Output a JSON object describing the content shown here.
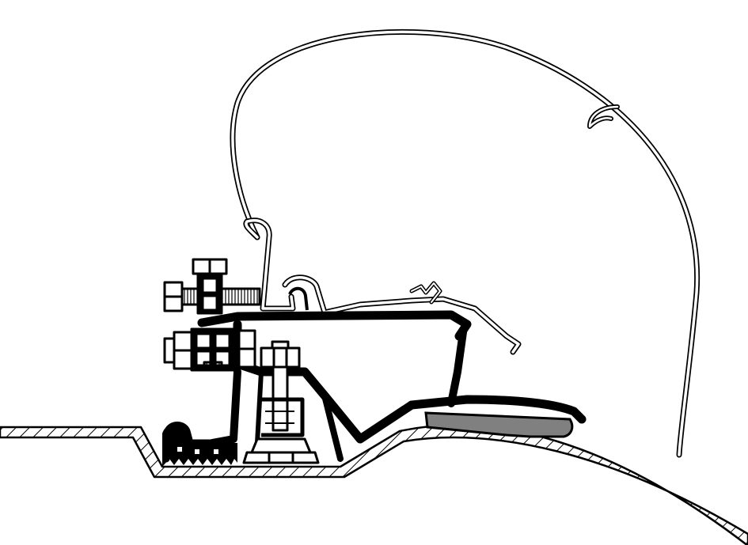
{
  "diagram": {
    "kind": "technical cross-section",
    "style": "black line art on white",
    "parts": [
      "awning-cassette-housing",
      "mounting-rail",
      "adapter-bracket",
      "bolt-assembly-upper",
      "bolt-assembly-lower",
      "clamp-bolt",
      "rubber-gasket",
      "vehicle-roof-panel"
    ],
    "colors": {
      "line": "#000000",
      "background": "#ffffff",
      "gasket": "#808080",
      "nut_fill": "#ffffff"
    }
  }
}
